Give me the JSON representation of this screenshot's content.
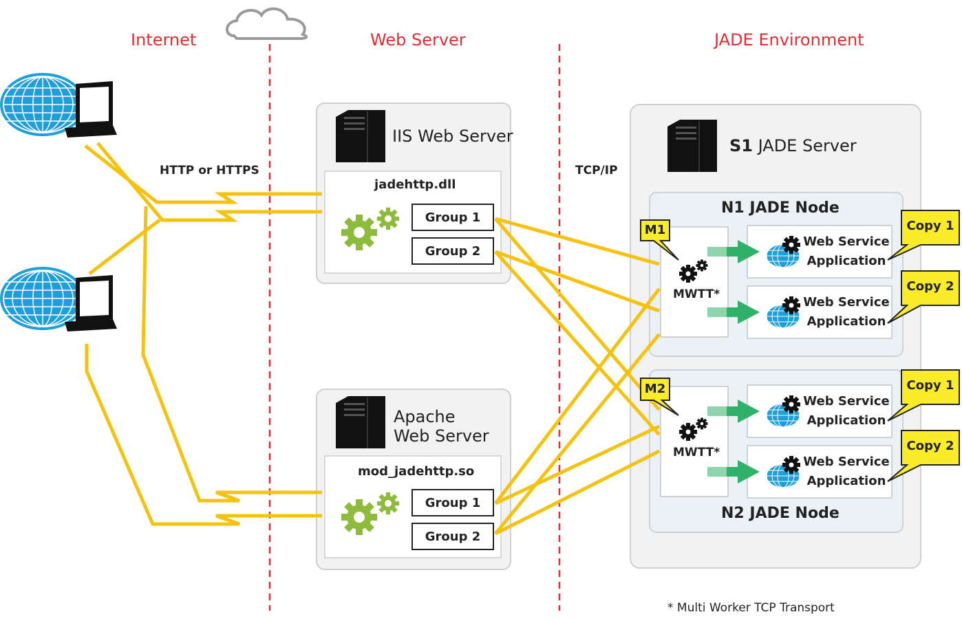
{
  "zones": {
    "internet": "Internet",
    "web_server": "Web Server",
    "jade_environment": "JADE Environment"
  },
  "protocols": {
    "http": "HTTP or HTTPS",
    "tcpip": "TCP/IP"
  },
  "iis": {
    "title": "IIS Web Server",
    "module": "jadehttp.dll",
    "group1": "Group 1",
    "group2": "Group 2"
  },
  "apache": {
    "title_line1": "Apache",
    "title_line2": "Web Server",
    "module": "mod_jadehttp.so",
    "group1": "Group 1",
    "group2": "Group 2"
  },
  "jade_server": {
    "title_bold": "S1",
    "title_rest": " JADE Server",
    "node1": {
      "title": "N1 JADE Node",
      "marker": "M1",
      "mwtt": "MWTT*",
      "apps": [
        {
          "line1": "Web Service",
          "line2": "Application",
          "callout": "Copy 1"
        },
        {
          "line1": "Web Service",
          "line2": "Application",
          "callout": "Copy 2"
        }
      ]
    },
    "node2": {
      "title": "N2 JADE Node",
      "marker": "M2",
      "mwtt": "MWTT*",
      "apps": [
        {
          "line1": "Web Service",
          "line2": "Application",
          "callout": "Copy 1"
        },
        {
          "line1": "Web Service",
          "line2": "Application",
          "callout": "Copy 2"
        }
      ]
    }
  },
  "footnote": "* Multi Worker TCP Transport",
  "colors": {
    "zone_title": "#e32b32",
    "connection": "#f5c20f",
    "callout": "#fbec2a",
    "arrow": "#2fb16a",
    "gear": "#8dbb3c",
    "globe": "#1f9fd9"
  },
  "icons": [
    "cloud-icon",
    "client-computer-icon",
    "server-tower-icon",
    "gears-icon",
    "globe-icon",
    "arrow-right-icon"
  ]
}
